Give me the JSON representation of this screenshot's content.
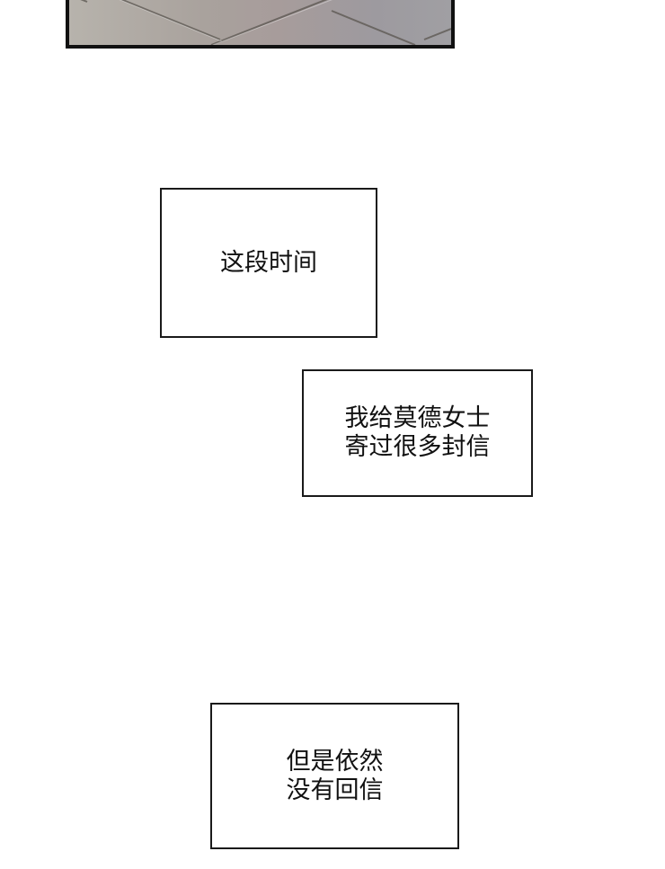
{
  "panels": {
    "top_image": {
      "description": "partial comic panel showing a gray diamond-tiled floor",
      "border_color": "#111111"
    },
    "captions": [
      {
        "lines": [
          "这段时间"
        ]
      },
      {
        "lines": [
          "我给莫德女士",
          "寄过很多封信"
        ]
      },
      {
        "lines": [
          "但是依然",
          "没有回信"
        ]
      }
    ]
  },
  "colors": {
    "background": "#ffffff",
    "caption_border": "#1a1a1a",
    "caption_text": "#111111"
  }
}
